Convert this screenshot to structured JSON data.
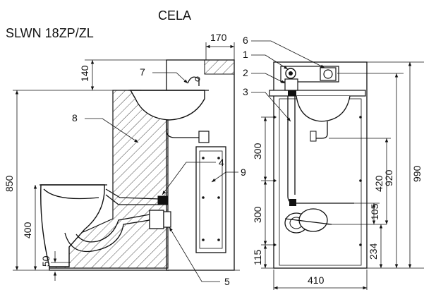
{
  "title": "CELA",
  "model": "SLWN 18ZP/ZL",
  "left_view": {
    "dimensions": {
      "width_top": "170",
      "basin_top": "140",
      "overall_height": "850",
      "bowl_height": "400",
      "bowl_base": "50"
    },
    "callouts": {
      "c5": "5",
      "c7": "7",
      "c8": "8",
      "c9": "9",
      "c4": "4"
    }
  },
  "right_view": {
    "dimensions": {
      "upper": "300",
      "lower": "300",
      "bottom": "115",
      "width": "410",
      "d990": "990",
      "d920": "920",
      "d420": "420",
      "d105": "105",
      "d234": "234"
    },
    "callouts": {
      "c1": "1",
      "c2": "2",
      "c3": "3",
      "c6": "6"
    }
  },
  "colors": {
    "line": "#111111",
    "hatch": "#444444",
    "background": "#ffffff"
  }
}
